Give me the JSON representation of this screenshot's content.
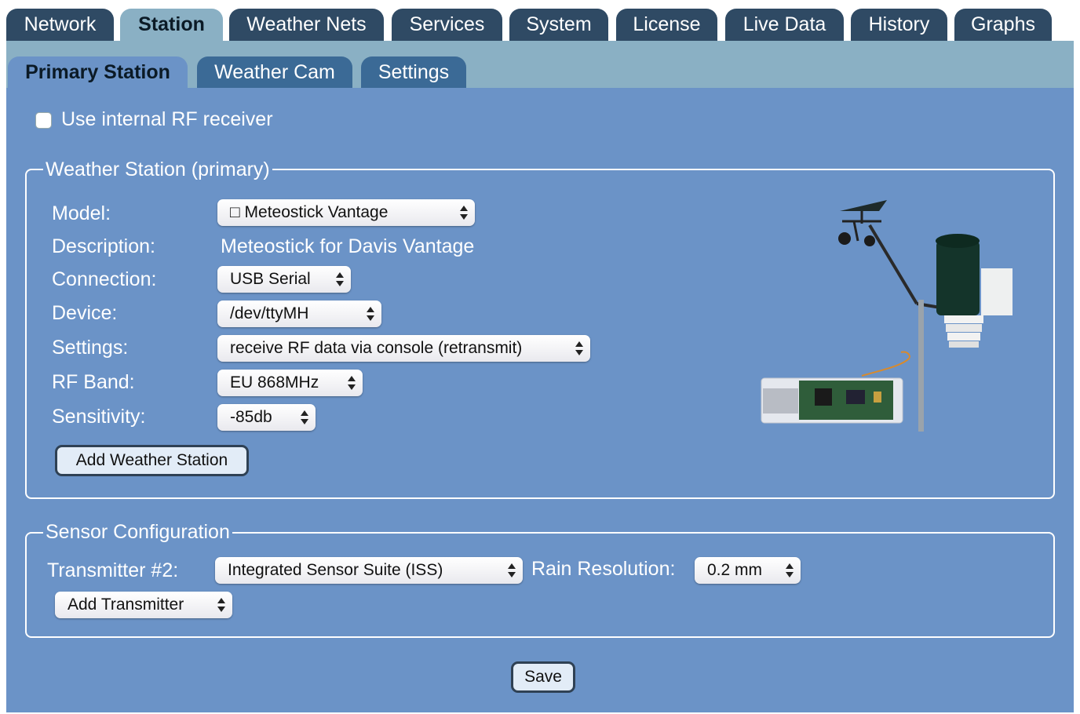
{
  "top_tabs": [
    "Network",
    "Station",
    "Weather Nets",
    "Services",
    "System",
    "License",
    "Live Data",
    "History",
    "Graphs"
  ],
  "active_top_tab": "Station",
  "sub_tabs": [
    "Primary Station",
    "Weather Cam",
    "Settings"
  ],
  "active_sub_tab": "Primary Station",
  "internal_rf": {
    "label": "Use internal RF receiver",
    "checked": false
  },
  "weather_station": {
    "legend": "Weather Station (primary)",
    "model": {
      "label": "Model:",
      "value": "□ Meteostick Vantage"
    },
    "description": {
      "label": "Description:",
      "value": "Meteostick for Davis Vantage"
    },
    "connection": {
      "label": "Connection:",
      "value": "USB Serial"
    },
    "device": {
      "label": "Device:",
      "value": "/dev/ttyMH"
    },
    "settings": {
      "label": "Settings:",
      "value": "receive RF data via console (retransmit)"
    },
    "rf_band": {
      "label": "RF Band:",
      "value": "EU 868MHz"
    },
    "sensitivity": {
      "label": "Sensitivity:",
      "value": "-85db"
    },
    "add_button": "Add Weather Station"
  },
  "sensor_config": {
    "legend": "Sensor Configuration",
    "transmitter": {
      "label": "Transmitter #2:",
      "value": "Integrated Sensor Suite (ISS)"
    },
    "rain_resolution": {
      "label": "Rain Resolution:",
      "value": "0.2 mm"
    },
    "add_transmitter": "Add Transmitter"
  },
  "save_button": "Save",
  "colors": {
    "tab_dark": "#2f4a64",
    "tab_light": "#8ab0c4",
    "panel": "#6b93c7",
    "subtab": "#3b6a96"
  }
}
